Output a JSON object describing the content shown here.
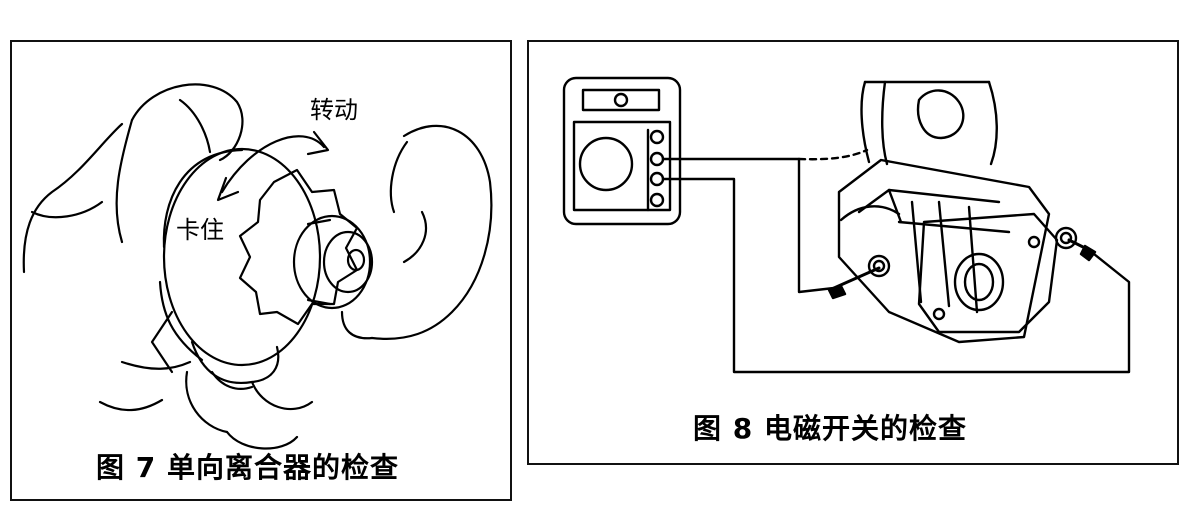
{
  "figure_left": {
    "caption": "图 7  单向离合器的检查",
    "label_rotate": "转动",
    "label_stuck": "卡住"
  },
  "figure_right": {
    "caption": "图 8  电磁开关的检查"
  }
}
